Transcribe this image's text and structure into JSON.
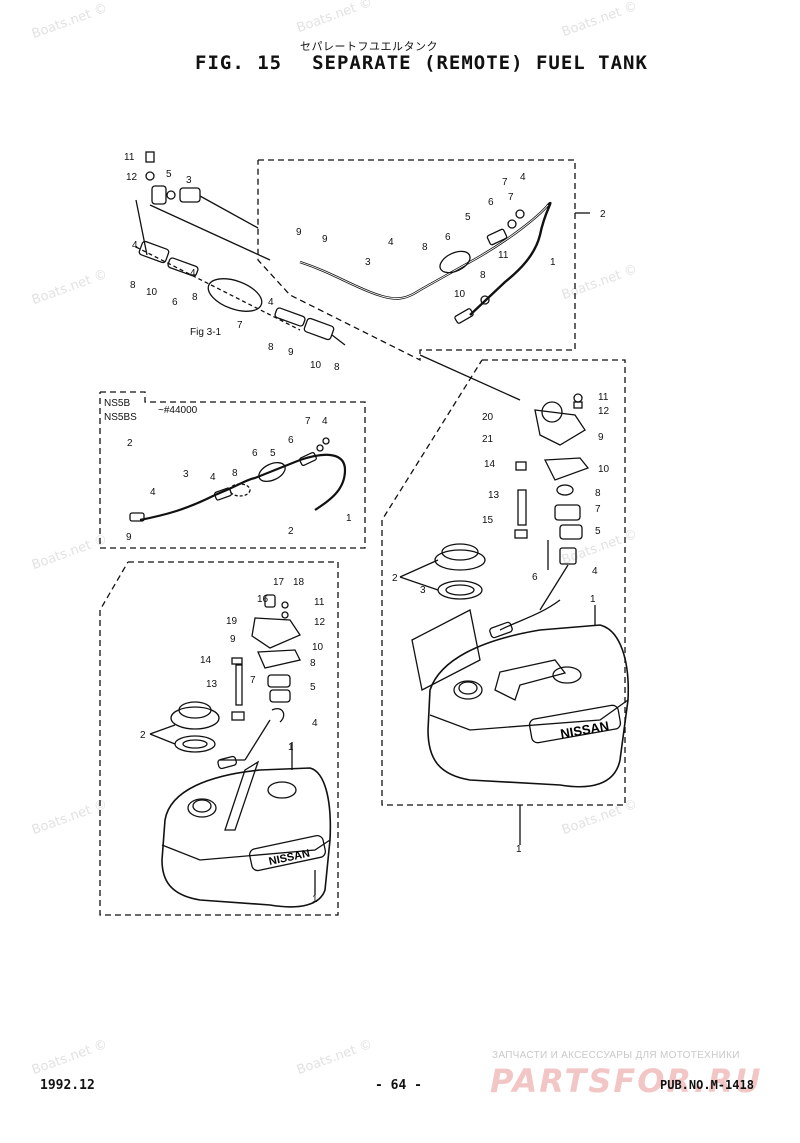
{
  "header": {
    "jp_title": "セパレートフユエルタンク",
    "fig_label": "FIG. 15",
    "title": "SEPARATE (REMOTE) FUEL TANK"
  },
  "variant": {
    "models_line1": "NS5B",
    "models_line2": "NS5BS",
    "serial": "~#44000"
  },
  "crossref": "Fig 3-1",
  "tank_brand": "NISSAN",
  "watermark": "Boats.net ©",
  "footer": {
    "date": "1992.12",
    "page": "- 64 -",
    "pub": "PUB.NO.M-1418",
    "shop_tagline": "ЗАПЧАСТИ И АКСЕССУАРЫ ДЛЯ МОТОТЕХНИКИ",
    "shop_logo": "PARTSFOR.RU"
  },
  "callouts_top": [
    "11",
    "12",
    "5",
    "3",
    "1",
    "2",
    "3",
    "4",
    "5",
    "6",
    "7",
    "8",
    "9",
    "10",
    "11",
    "4",
    "8",
    "6",
    "7",
    "9"
  ],
  "callouts_right": [
    "11",
    "12",
    "9",
    "10",
    "8",
    "7",
    "6",
    "5",
    "4",
    "3",
    "2",
    "1",
    "13",
    "14",
    "15",
    "20",
    "21"
  ],
  "callouts_left": [
    "1",
    "2",
    "3",
    "4",
    "5",
    "6",
    "7",
    "8",
    "9",
    "10",
    "11",
    "12",
    "13",
    "14",
    "16",
    "17",
    "18",
    "19"
  ]
}
